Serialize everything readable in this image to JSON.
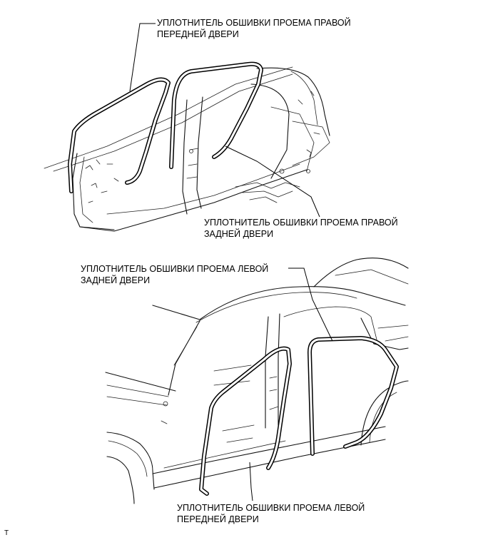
{
  "labels": {
    "right_front": [
      "УПЛОТНИТЕЛЬ ОБШИВКИ ПРОЕМА ПРАВОЙ",
      "ПЕРЕДНЕЙ ДВЕРИ"
    ],
    "right_rear": [
      "УПЛОТНИТЕЛЬ ОБШИВКИ ПРОЕМА ПРАВОЙ",
      "ЗАДНЕЙ ДВЕРИ"
    ],
    "left_rear": [
      "УПЛОТНИТЕЛЬ ОБШИВКИ ПРОЕМА ЛЕВОЙ",
      "ЗАДНЕЙ ДВЕРИ"
    ],
    "left_front": [
      "УПЛОТНИТЕЛЬ ОБШИВКИ ПРОЕМА ЛЕВОЙ",
      "ПЕРЕДНЕЙ ДВЕРИ"
    ]
  },
  "corner_mark": "T"
}
